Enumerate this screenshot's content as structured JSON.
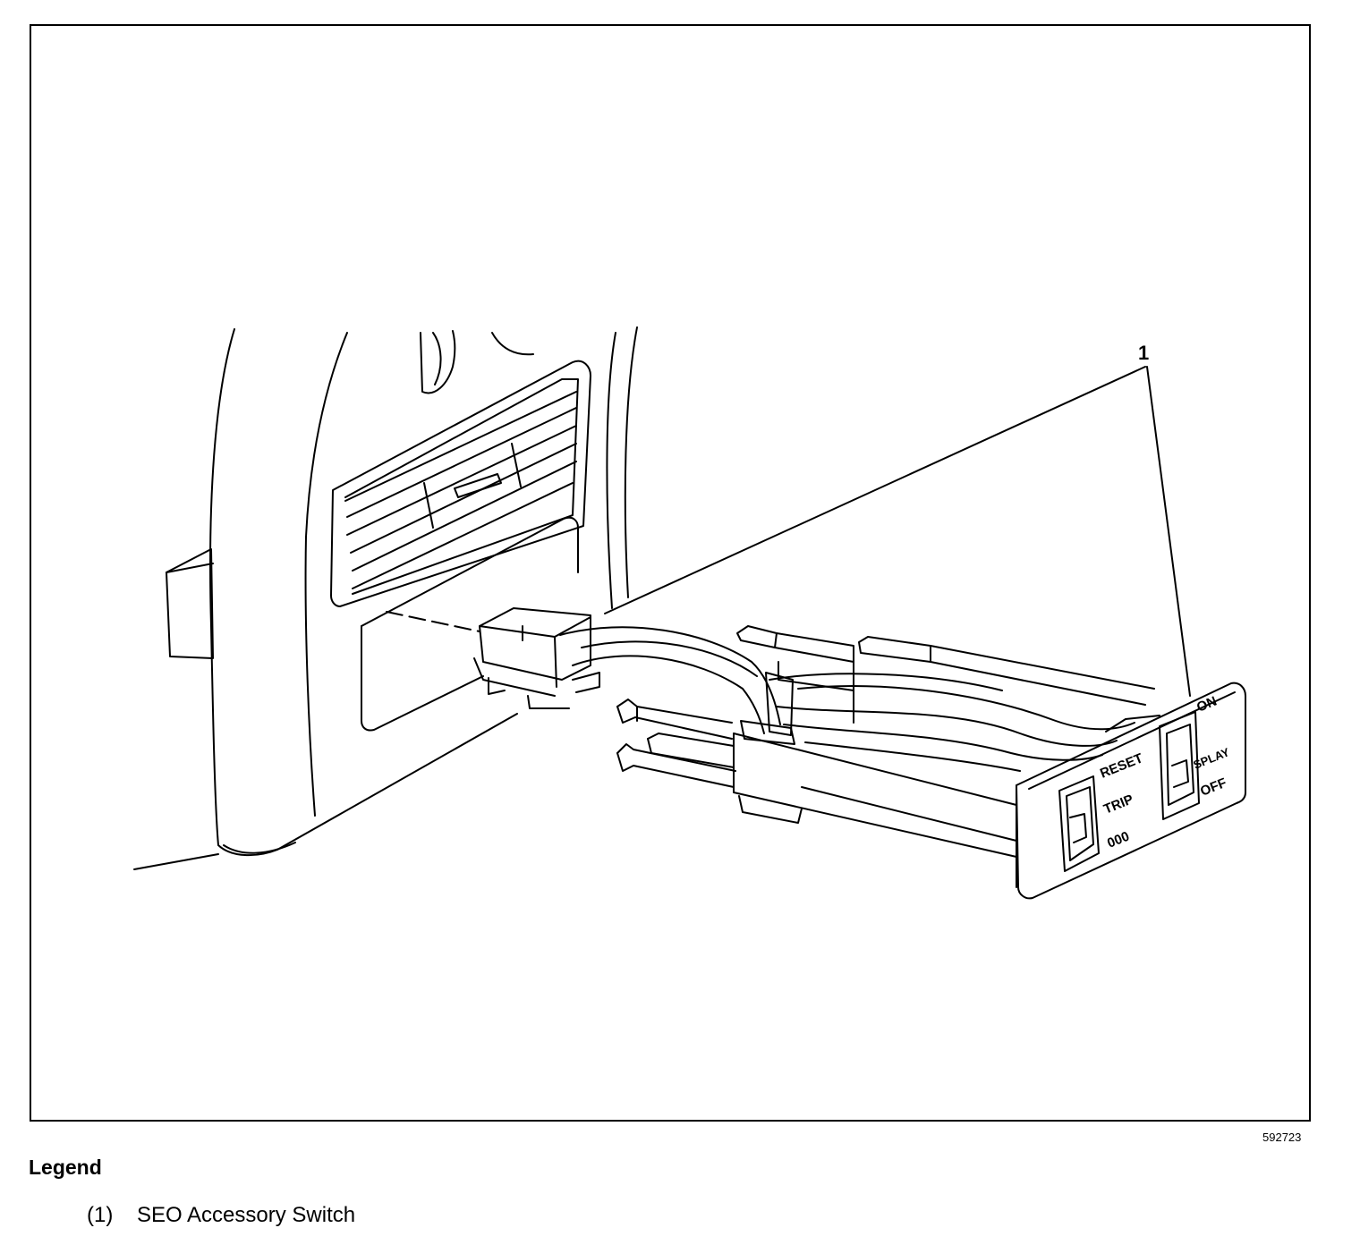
{
  "figure": {
    "callout": "1",
    "figure_id": "592723",
    "switch_labels": {
      "left": [
        "RESET",
        "TRIP",
        "000"
      ],
      "right": [
        "ON",
        "SPLAY",
        "OFF"
      ]
    }
  },
  "legend": {
    "title": "Legend",
    "items": [
      {
        "number": "(1)",
        "label": "SEO Accessory Switch"
      }
    ]
  }
}
